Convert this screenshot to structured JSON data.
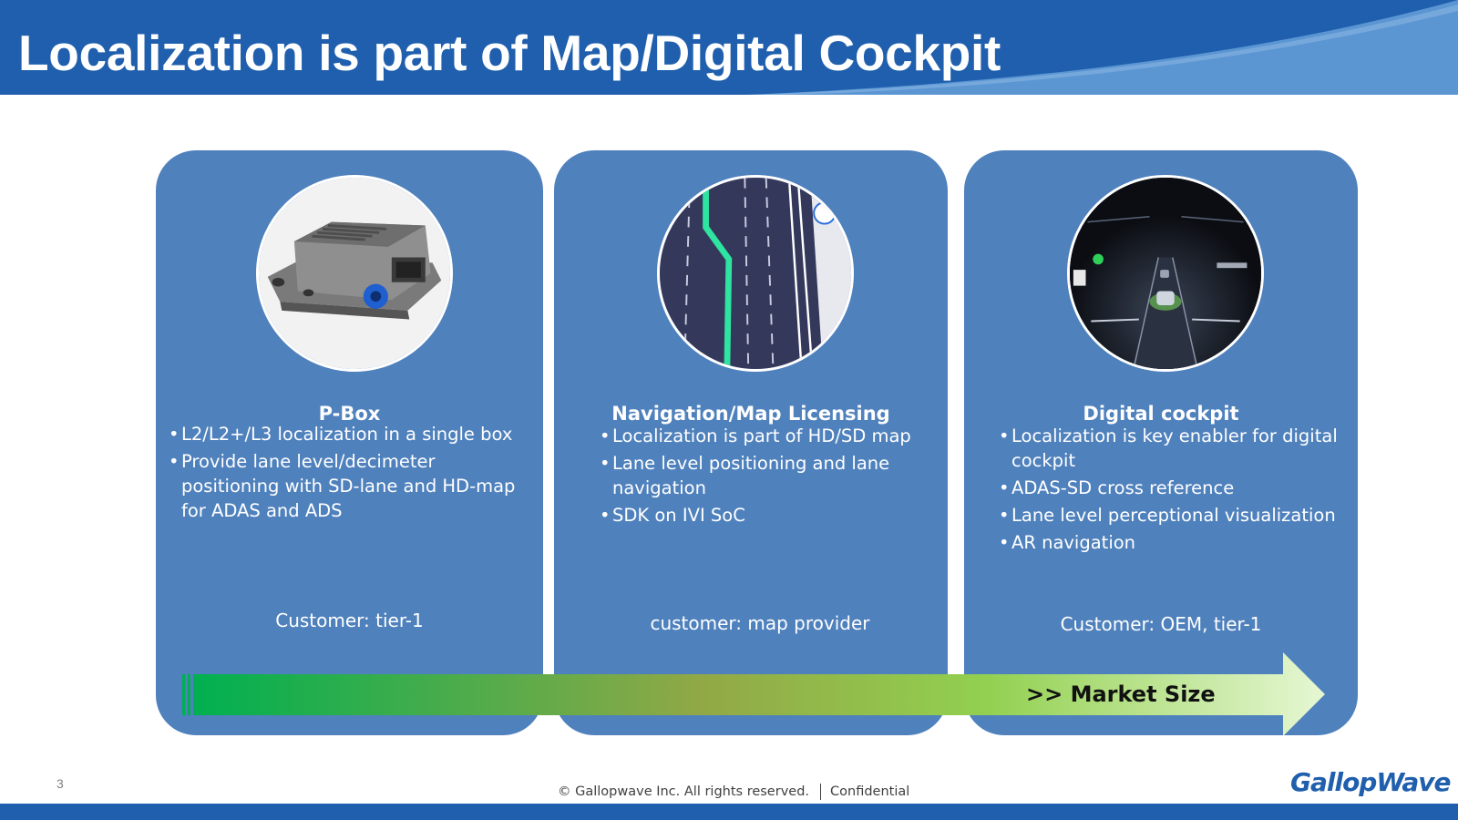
{
  "header": {
    "title": "Localization is part of Map/Digital Cockpit",
    "bg_color": "#1f5fad",
    "accent_color": "#5b96d3"
  },
  "cards": [
    {
      "image_icon": "pbox-device-image",
      "title": "P-Box",
      "bullets": [
        "L2/L2+/L3  localization in a single box",
        "Provide lane level/decimeter positioning with SD-lane and HD-map for ADAS and ADS"
      ],
      "customer": "Customer: tier-1"
    },
    {
      "image_icon": "lane-map-image",
      "title": "Navigation/Map  Licensing",
      "bullets": [
        "Localization is part of HD/SD map",
        "Lane level positioning and lane navigation",
        "SDK on IVI SoC"
      ],
      "customer": "customer: map provider"
    },
    {
      "image_icon": "digital-cockpit-image",
      "title": "Digital cockpit",
      "bullets": [
        "Localization is key enabler for digital cockpit",
        "ADAS-SD cross reference",
        "Lane level perceptional visualization",
        "AR navigation"
      ],
      "customer": "Customer:  OEM, tier-1"
    }
  ],
  "card_color": "#4f81bd",
  "market_arrow": {
    "label": ">> Market Size",
    "gradient_start": "#00b050",
    "gradient_end": "#e6f7d3"
  },
  "footer": {
    "page_number": "3",
    "copyright": "© Gallopwave Inc. All rights reserved.",
    "confidential": "Confidential",
    "logo": "GallopWave"
  }
}
